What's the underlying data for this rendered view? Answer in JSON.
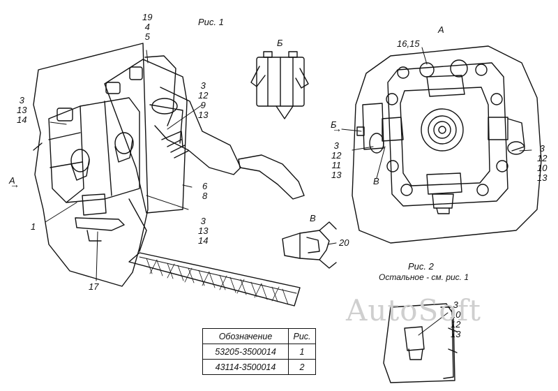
{
  "captions": {
    "fig1": "Рис. 1",
    "fig2": "Рис. 2",
    "fig2_note": "Остальное - см. рис. 1",
    "view_a_left": "А",
    "view_a_right": "А",
    "view_b_top": "Б",
    "view_b_right": "Б",
    "view_v_right": "В",
    "view_v_top": "В"
  },
  "callouts": {
    "c19_4_5": [
      "19",
      "4",
      "5"
    ],
    "c3_12_9_13": [
      "3",
      "12",
      "9",
      "13"
    ],
    "c3_13_14_left": [
      "3",
      "13",
      "14"
    ],
    "c6_8": [
      "6",
      "8"
    ],
    "c3_13_14_bottom": [
      "3",
      "13",
      "14"
    ],
    "c1": "1",
    "c17": "17",
    "c20": "20",
    "c16_15": "16,15",
    "c3_12_11_13": [
      "3",
      "12",
      "11",
      "13"
    ],
    "c3_12_10_13": [
      "3",
      "12",
      "10",
      "13"
    ],
    "c3_10_12_13": [
      "3",
      "10",
      "12",
      "13"
    ]
  },
  "watermark": "AutoSoft",
  "table": {
    "headers": [
      "Обозначение",
      "Рис."
    ],
    "rows": [
      [
        "53205-3500014",
        "1"
      ],
      [
        "43114-3500014",
        "2"
      ]
    ]
  }
}
